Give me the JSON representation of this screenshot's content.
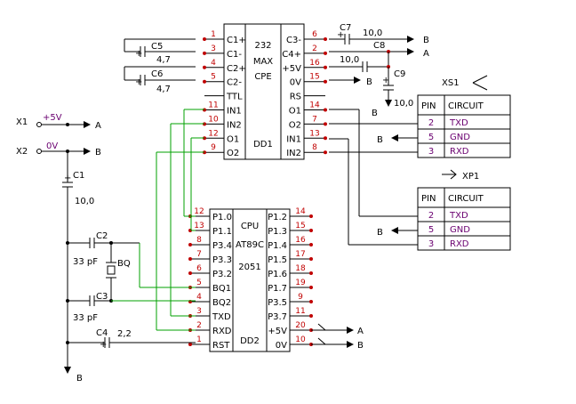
{
  "dd1": {
    "title": [
      "232",
      "MAX",
      "CPE"
    ],
    "ref": "DD1",
    "left_pins": [
      {
        "label": "C1+",
        "num": "1"
      },
      {
        "label": "C1-",
        "num": "3"
      },
      {
        "label": "C2+",
        "num": "4"
      },
      {
        "label": "C2-",
        "num": "5"
      },
      {
        "label": "TTL",
        "num": ""
      },
      {
        "label": "IN1",
        "num": "11"
      },
      {
        "label": "IN2",
        "num": "10"
      },
      {
        "label": "O1",
        "num": "12"
      },
      {
        "label": "O2",
        "num": "9"
      }
    ],
    "right_pins": [
      {
        "label": "C3-",
        "num": "6"
      },
      {
        "label": "C4+",
        "num": "2"
      },
      {
        "label": "+5V",
        "num": "16"
      },
      {
        "label": "0V",
        "num": "15"
      },
      {
        "label": "RS",
        "num": ""
      },
      {
        "label": "O1",
        "num": "14"
      },
      {
        "label": "O2",
        "num": "7"
      },
      {
        "label": "IN1",
        "num": "13"
      },
      {
        "label": "IN2",
        "num": "8"
      }
    ]
  },
  "dd2": {
    "title": [
      "CPU",
      "AT89C",
      "2051"
    ],
    "ref": "DD2",
    "left_pins": [
      {
        "label": "P1.0",
        "num": "12"
      },
      {
        "label": "P1.1",
        "num": "13"
      },
      {
        "label": "P3.4",
        "num": "8"
      },
      {
        "label": "P3.3",
        "num": "7"
      },
      {
        "label": "P3.2",
        "num": "6"
      },
      {
        "label": "BQ1",
        "num": "5"
      },
      {
        "label": "BQ2",
        "num": "4"
      },
      {
        "label": "TXD",
        "num": "3"
      },
      {
        "label": "RXD",
        "num": "2"
      },
      {
        "label": "RST",
        "num": "1"
      }
    ],
    "right_pins": [
      {
        "label": "P1.2",
        "num": "14"
      },
      {
        "label": "P1.3",
        "num": "15"
      },
      {
        "label": "P1.4",
        "num": "16"
      },
      {
        "label": "P1.5",
        "num": "17"
      },
      {
        "label": "P1.6",
        "num": "18"
      },
      {
        "label": "P1.7",
        "num": "19"
      },
      {
        "label": "P3.5",
        "num": "9"
      },
      {
        "label": "P3.7",
        "num": "11"
      },
      {
        "label": "+5V",
        "num": "20"
      },
      {
        "label": "0V",
        "num": "10"
      }
    ]
  },
  "xs1": {
    "ref": "XS1",
    "header": [
      "PIN",
      "CIRCUIT"
    ],
    "rows": [
      {
        "pin": "2",
        "circuit": "TXD"
      },
      {
        "pin": "5",
        "circuit": "GND"
      },
      {
        "pin": "3",
        "circuit": "RXD"
      }
    ]
  },
  "xp1": {
    "ref": "XP1",
    "header": [
      "PIN",
      "CIRCUIT"
    ],
    "rows": [
      {
        "pin": "2",
        "circuit": "TXD"
      },
      {
        "pin": "5",
        "circuit": "GND"
      },
      {
        "pin": "3",
        "circuit": "RXD"
      }
    ]
  },
  "terminals": {
    "x1": "X1",
    "x1_label": "+5V",
    "x2": "X2",
    "x2_label": "0V"
  },
  "nets": {
    "a": "A",
    "b": "B"
  },
  "components": {
    "c1": "C1",
    "c1_val": "10,0",
    "c2": "C2",
    "c2_val": "33 pF",
    "c3": "C3",
    "c3_val": "33 pF",
    "c4": "C4",
    "c4_val": "2,2",
    "c5": "C5",
    "c5_val": "4,7",
    "c6": "C6",
    "c6_val": "4,7",
    "c7": "C7",
    "c7_val": "10,0",
    "c8": "C8",
    "c8_val": "10,0",
    "c9": "C9",
    "c9_val": "10,0",
    "bq": "BQ"
  }
}
